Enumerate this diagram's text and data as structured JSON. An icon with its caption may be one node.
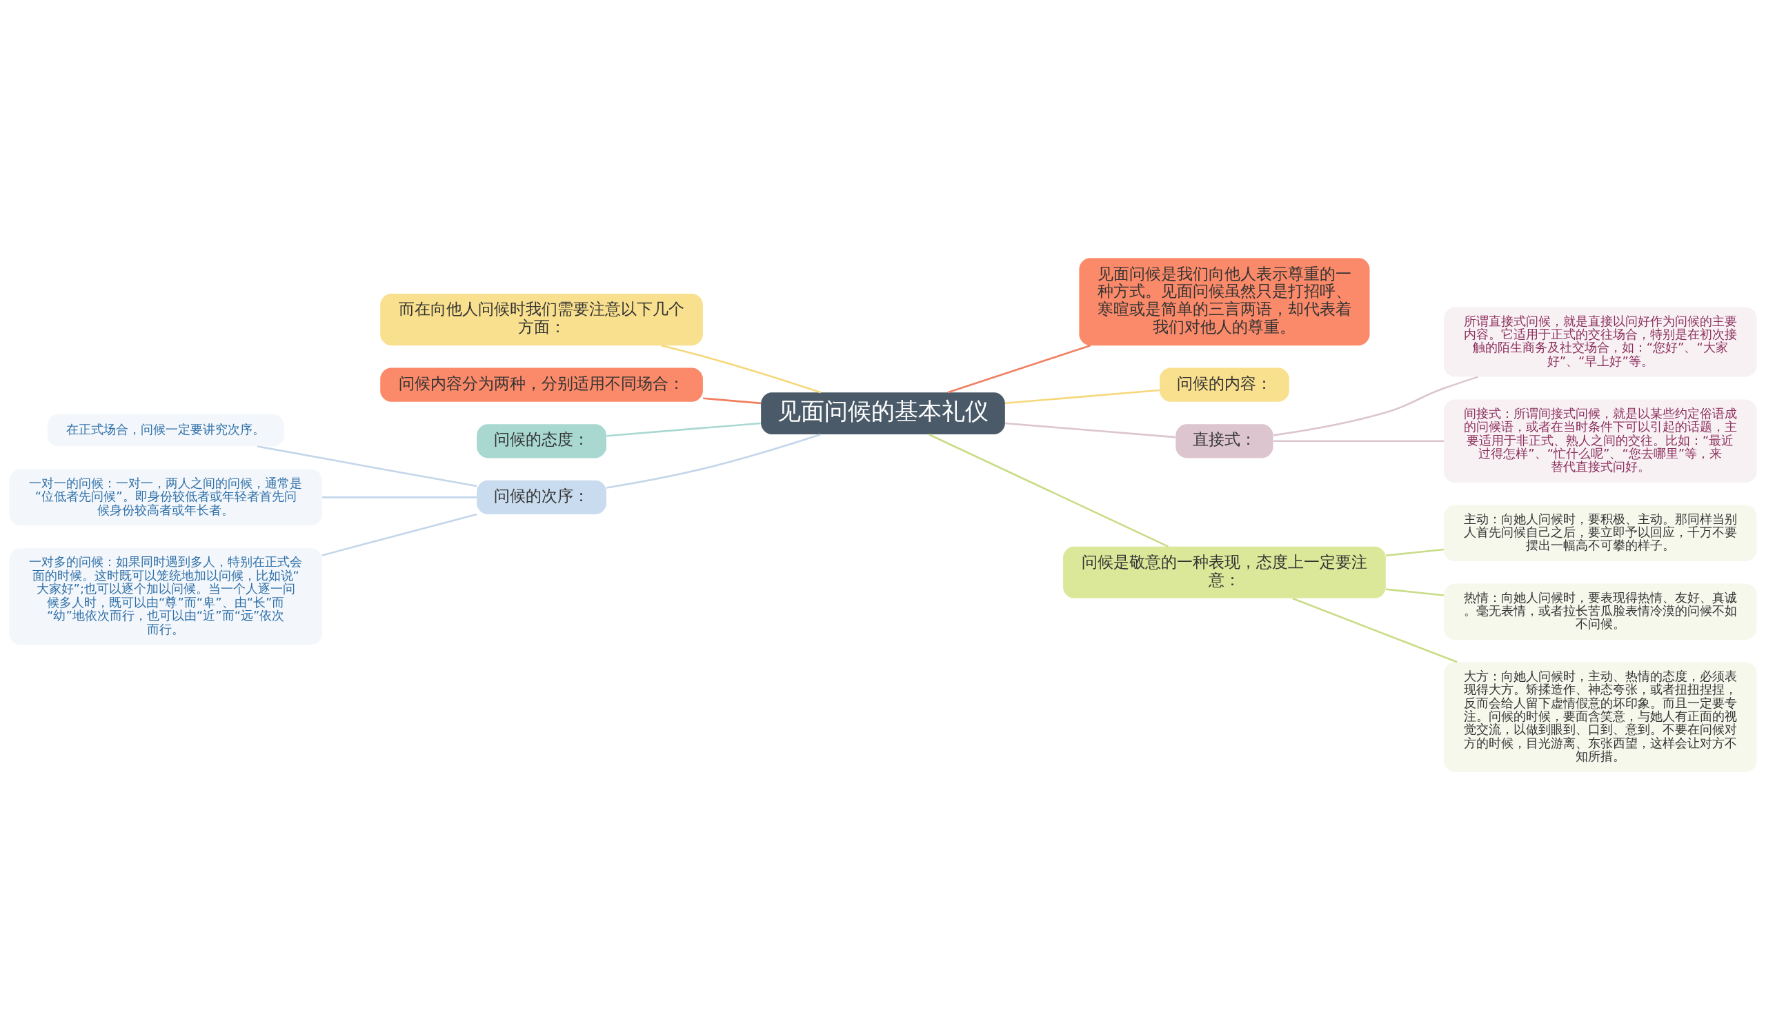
{
  "diagram": {
    "nodes": [
      {
        "text": [
          "见面问候的基本礼仪"
        ]
      },
      {
        "text": [
          "而在向他人问候时我们需要注意以下几个方面："
        ]
      },
      {
        "text": [
          "问候内容分为两种，分别适用不同场合："
        ]
      },
      {
        "text": [
          "问候的态度："
        ]
      },
      {
        "text": [
          "问候的次序："
        ]
      },
      {
        "text": [
          "在正式场合，问候一定要讲究次序。"
        ]
      },
      {
        "text": [
          "一对一的问候：一对一，两人之间的问候，通常是“位低者先问候”。即身份较低者或年轻者首先问候身份较高者或年长者。"
        ]
      },
      {
        "text": [
          "一对多的问候：如果同时遇到多人，特别在正式会面的时候。这时既可以笼统地加以问候，比如说“大家好”;也可以逐个加以问候。当一个人逐一问候多人时，既可以由“尊”而“卑”、由“长”而“幼”地依次而行，也可以由“近”而“远”依次而行。"
        ]
      },
      {
        "text": [
          "见面问候是我们向他人表示尊重的一种方式。见面问候虽然只是打招呼、寒暄或是简单的三言两语，却代表着我们对他人的尊重。"
        ]
      },
      {
        "text": [
          "问候的内容："
        ]
      },
      {
        "text": [
          "直接式："
        ]
      },
      {
        "text": [
          "所谓直接式问候，就是直接以问好作为问候的主要内容。它适用于正式的交往场合，特别是在初次接触的陌生商务及社交场合，如：“您好”、“大家好”、“早上好”等。"
        ]
      },
      {
        "text": [
          "间接式：所谓间接式问候，就是以某些约定俗语成的问候语，或者在当时条件下可以引起的话题，主要适用于非正式、熟人之间的交往。比如：“最近过得怎样”、“忙什么呢”、“您去哪里”等，来替代直接式问好。"
        ]
      },
      {
        "text": [
          "问候是敬意的一种表现，态度上一定要注意："
        ]
      },
      {
        "text": [
          "主动：向她人问候时，要积极、主动。那同样当别人首先问候自己之后，要立即予以回应，千万不要摆出一幅高不可攀的样子。"
        ]
      },
      {
        "text": [
          "热情：向她人问候时，要表现得热情、友好、真诚。毫无表情，或者拉长苦瓜脸表情冷漠的问候不如不问候。"
        ]
      },
      {
        "text": [
          "大方：向她人问候时，主动、热情的态度，必须表现得大方。矫揉造作、神态夸张，或者扭扭捏捏，反而会给人留下虚情假意的坏印象。而且一定要专注。问候的时候，要面含笑意，与她人有正面的视觉交流，以做到眼到、口到、意到。不要在问候对方的时候，目光游离、东张西望，这样会让对方不知所措。"
        ]
      }
    ],
    "edges": [
      {
        "from": 1,
        "to": 0,
        "arrow": "none",
        "color": "#f5d87a"
      },
      {
        "from": 2,
        "to": 0,
        "arrow": "none",
        "color": "#f07f5f"
      },
      {
        "from": 3,
        "to": 0,
        "arrow": "none",
        "color": "#a8d8d0"
      },
      {
        "from": 4,
        "to": 0,
        "arrow": "none",
        "color": "#c3d6ea"
      },
      {
        "from": 5,
        "to": 4,
        "arrow": "none",
        "color": "#c3d6ea"
      },
      {
        "from": 6,
        "to": 4,
        "arrow": "none",
        "color": "#c3d6ea"
      },
      {
        "from": 7,
        "to": 4,
        "arrow": "none",
        "color": "#c3d6ea"
      },
      {
        "from": 0,
        "to": 8,
        "arrow": "none",
        "color": "#f07f5f"
      },
      {
        "from": 0,
        "to": 9,
        "arrow": "none",
        "color": "#f5d87a"
      },
      {
        "from": 0,
        "to": 10,
        "arrow": "none",
        "color": "#dcc5cf"
      },
      {
        "from": 10,
        "to": 11,
        "arrow": "none",
        "color": "#dcc5cf"
      },
      {
        "from": 10,
        "to": 12,
        "arrow": "none",
        "color": "#dcc5cf"
      },
      {
        "from": 0,
        "to": 13,
        "arrow": "none",
        "color": "#c9dc86"
      },
      {
        "from": 13,
        "to": 14,
        "arrow": "none",
        "color": "#c9dc86"
      },
      {
        "from": 13,
        "to": 15,
        "arrow": "none",
        "color": "#c9dc86"
      },
      {
        "from": 13,
        "to": 16,
        "arrow": "none",
        "color": "#c9dc86"
      }
    ]
  }
}
